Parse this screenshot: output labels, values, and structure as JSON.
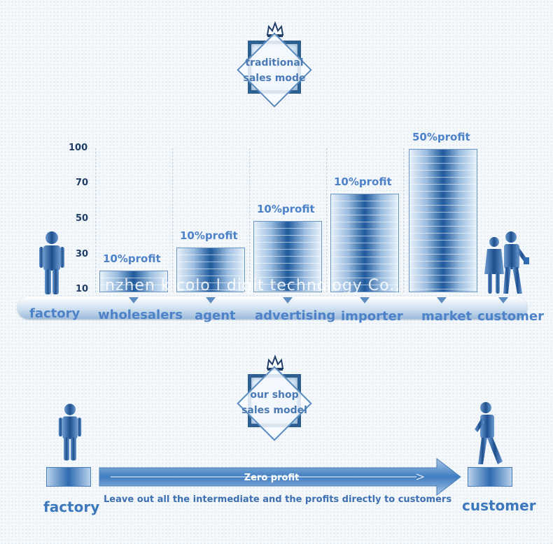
{
  "top_badge": {
    "line1": "traditional",
    "line2": "sales mode"
  },
  "y_axis": {
    "ticks": [
      "100",
      "70",
      "50",
      "30",
      "10"
    ]
  },
  "bars": [
    {
      "label": "10%profit",
      "value": 15
    },
    {
      "label": "10%profit",
      "value": 31
    },
    {
      "label": "10%profit",
      "value": 50
    },
    {
      "label": "10%profit",
      "value": 69
    },
    {
      "label": "50%profit",
      "value": 100
    }
  ],
  "stages": [
    "factory",
    "wholesalers",
    "agent",
    "advertising",
    "importer",
    "market",
    "customer"
  ],
  "watermark": "nzhen   k colo   l digit   technology Co.,",
  "bottom_badge": {
    "line1": "our shop",
    "line2": "sales model"
  },
  "arrow": {
    "label": "Zero profit"
  },
  "bottom": {
    "factory_label": "factory",
    "customer_label": "customer",
    "description": "Leave out all the intermediate and the profits directly to customers"
  },
  "colors": {
    "accent": "#4d82c9",
    "dark_blue": "#1f5a9c",
    "frame": "#2e5f93"
  },
  "icons": [
    "crown-icon",
    "person-icon",
    "walking-person-icon",
    "couple-icon"
  ]
}
